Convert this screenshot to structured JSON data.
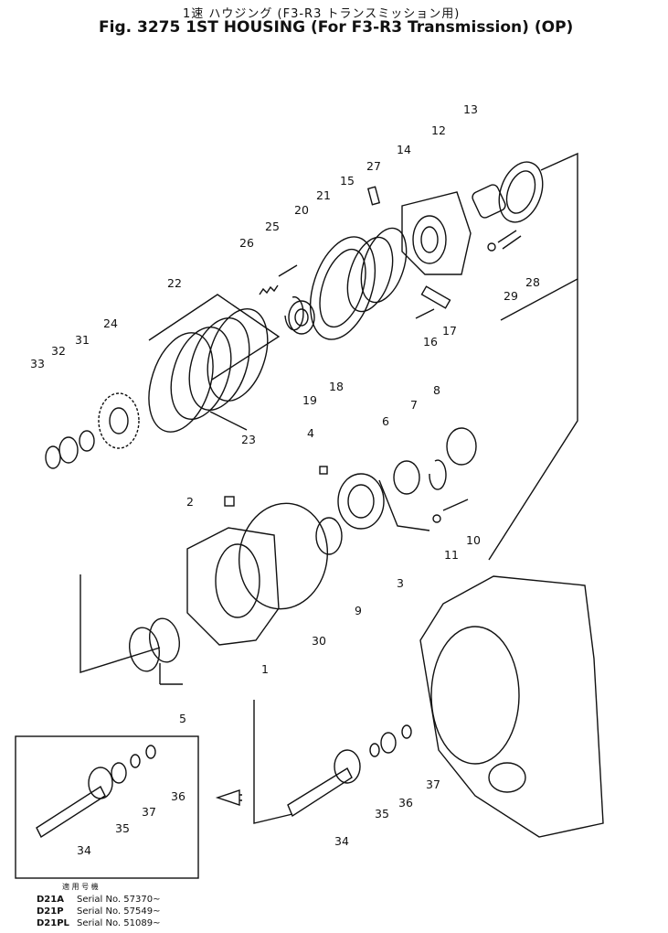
{
  "title": {
    "jp": "1速 ハウジング (F3-R3 トランスミッション用)",
    "en": "Fig. 3275  1ST HOUSING (For F3-R3 Transmission) (OP)"
  },
  "part_labels": [
    "1",
    "2",
    "3",
    "4",
    "5",
    "6",
    "7",
    "8",
    "9",
    "10",
    "11",
    "12",
    "13",
    "14",
    "15",
    "16",
    "17",
    "18",
    "19",
    "20",
    "21",
    "22",
    "23",
    "24",
    "25",
    "26",
    "27",
    "28",
    "29",
    "30",
    "31",
    "32",
    "33",
    "34",
    "35",
    "36",
    "37",
    "34",
    "35",
    "36",
    "37"
  ],
  "serials": {
    "header": "適 用 号 機",
    "rows": [
      {
        "model": "D21A",
        "serial": "Serial No. 57370~"
      },
      {
        "model": "D21P",
        "serial": "Serial No. 57549~"
      },
      {
        "model": "D21PL",
        "serial": "Serial No. 51089~"
      }
    ]
  }
}
